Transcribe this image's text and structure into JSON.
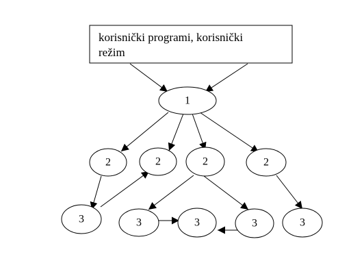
{
  "top_box": {
    "line1": "korisnički programi, korisnički",
    "line2": "režim"
  },
  "nodes": {
    "n1": "1",
    "n2a": "2",
    "n2b": "2",
    "n2c": "2",
    "n2d": "2",
    "n3a": "3",
    "n3b": "3",
    "n3c": "3",
    "n3d": "3",
    "n3e": "3"
  },
  "colors": {
    "stroke": "#000000",
    "background": "#ffffff"
  }
}
